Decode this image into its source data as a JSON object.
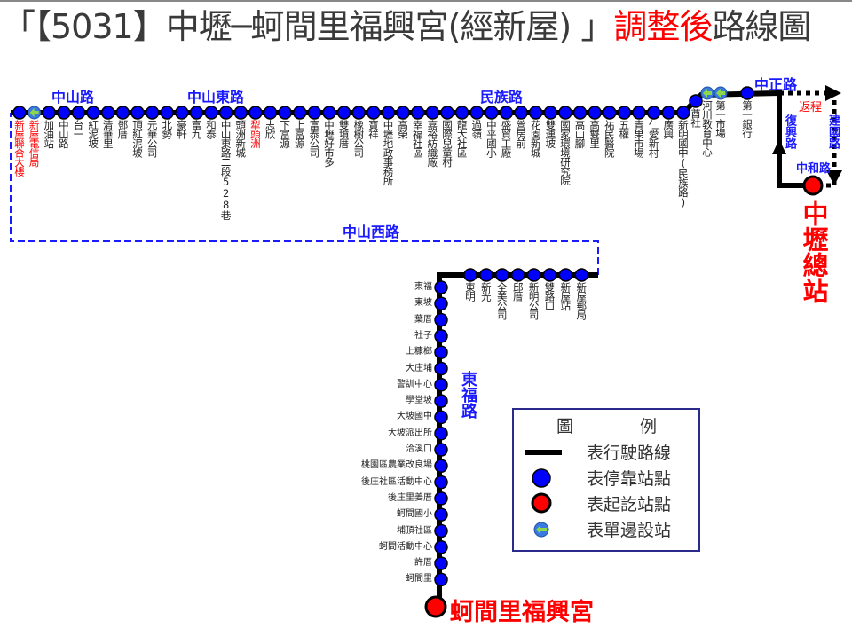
{
  "title": {
    "prefix": "「【5031】中壢─蚵間里福興宮(經新屋) 」",
    "highlight": "調整後",
    "suffix": "路線圖"
  },
  "colors": {
    "stop": "#0000ff",
    "terminal": "#ff0000",
    "route": "#000000",
    "road_label": "#1a1aff",
    "highlight": "#ff0000"
  },
  "roads": {
    "zhongshan": "中山路",
    "zhongshan_east": "中山東路",
    "minzu": "民族路",
    "zhongzheng": "中正路",
    "zhongshan_west": "中山西路",
    "dongfu": "東福路",
    "fuxing": "復興路",
    "jianguo": "建國路",
    "zhonghe": "中和路",
    "return_trip": "返程"
  },
  "terminals": {
    "start": "中壢總站",
    "end": "蚵間里福興宮"
  },
  "top_stops": [
    {
      "name": "新屋聯合大樓",
      "color": "red"
    },
    {
      "name": "新屋電信局",
      "color": "red",
      "type": "one-side"
    },
    {
      "name": "加油站"
    },
    {
      "name": "中山路"
    },
    {
      "name": "台一"
    },
    {
      "name": "紅泥坡"
    },
    {
      "name": "清華里"
    },
    {
      "name": "鄧厝"
    },
    {
      "name": "頂紅泥坡"
    },
    {
      "name": "元華公司"
    },
    {
      "name": "北勢"
    },
    {
      "name": "豪軒"
    },
    {
      "name": "富九"
    },
    {
      "name": "和泰"
    },
    {
      "name": "中山東路二段528巷"
    },
    {
      "name": "頭洲新城"
    },
    {
      "name": "犁頭洲",
      "color": "red"
    },
    {
      "name": "志欣"
    },
    {
      "name": "下富源"
    },
    {
      "name": "上富源"
    },
    {
      "name": "富泰公司"
    },
    {
      "name": "中壢好市多"
    },
    {
      "name": "雙墳厝"
    },
    {
      "name": "橡樹公司"
    },
    {
      "name": "寶祥"
    },
    {
      "name": "中壢地政事務所"
    },
    {
      "name": "高榮"
    },
    {
      "name": "幸福社區"
    },
    {
      "name": "嘉裕紡織廠"
    },
    {
      "name": "國際兒童村"
    },
    {
      "name": "龍大社區"
    },
    {
      "name": "過嶺"
    },
    {
      "name": "中平國小"
    },
    {
      "name": "盛貿工廠"
    },
    {
      "name": "營房前"
    },
    {
      "name": "花園新城"
    },
    {
      "name": "雙連坡"
    },
    {
      "name": "國家環境研究院"
    },
    {
      "name": "高山腳"
    },
    {
      "name": "高雙里"
    },
    {
      "name": "祐民醫院"
    },
    {
      "name": "五權"
    },
    {
      "name": "青果市場"
    },
    {
      "name": "仁愛新村"
    },
    {
      "name": "廣興"
    },
    {
      "name": "新明國中(民族路)"
    },
    {
      "name": "酋社"
    },
    {
      "name": "河川教育中心",
      "type": "one-side"
    },
    {
      "name": "第一市場",
      "type": "one-side"
    },
    {
      "name": "第一銀行"
    }
  ],
  "bottom_stops": [
    "東明",
    "新光",
    "全美公司",
    "邱厝",
    "新明公司",
    "雙路口",
    "新屋站",
    "新屋郵局"
  ],
  "column_stops": [
    "東福",
    "東坡",
    "葉厝",
    "社子",
    "上糠榔",
    "大庄埔",
    "警訓中心",
    "學堂坡",
    "大坡國中",
    "大坡派出所",
    "洽溪口",
    "桃園區農業改良場",
    "後庄社區活動中心",
    "後庄里姜厝",
    "蚵間國小",
    "埔頂社區",
    "蚵間活動中心",
    "許厝",
    "蚵間里"
  ],
  "legend": {
    "title_left": "圖",
    "title_right": "例",
    "items": [
      "表行駛路線",
      "表停靠站點",
      "表起訖站點",
      "表單邊設站"
    ]
  }
}
